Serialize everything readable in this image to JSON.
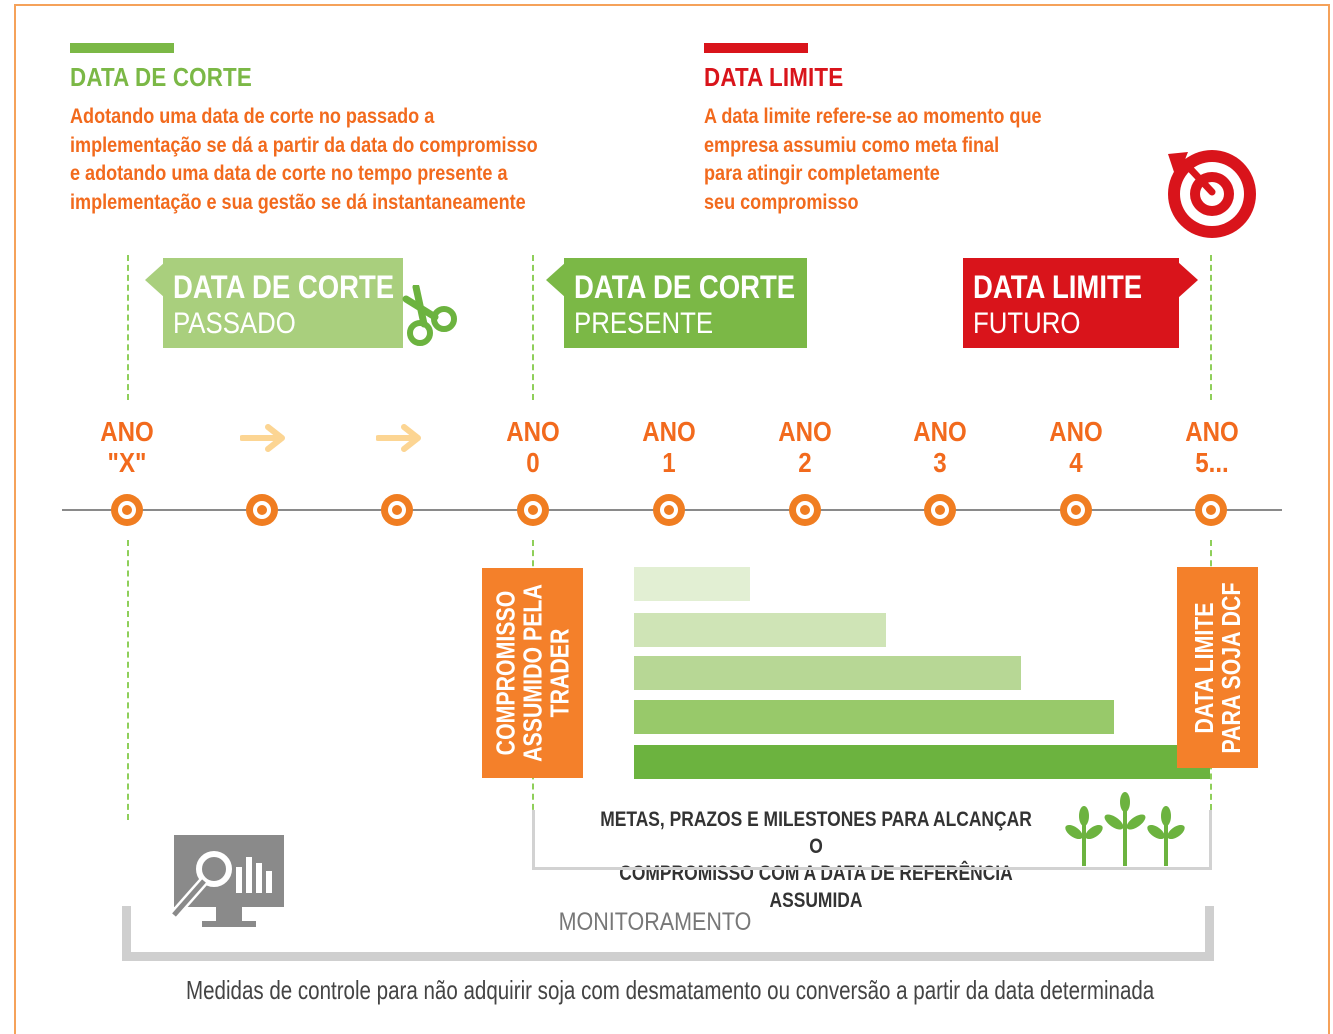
{
  "colors": {
    "orange": "#f26a1d",
    "green": "#7bb846",
    "light_green": "#a9cf7d",
    "red": "#d9141b",
    "gray": "#cccccc"
  },
  "left_header": {
    "title": "DATA DE CORTE",
    "description": "Adotando uma data de corte no passado a\nimplementação se dá a partir da data do compromisso\ne adotando uma data de corte no tempo presente a\nimplementação e sua gestão se dá instantaneamente"
  },
  "right_header": {
    "title": "DATA LIMITE",
    "description": "A data limite refere-se ao momento que\nempresa assumiu como meta final\npara atingir completamente\nseu compromisso",
    "icon": "target-icon"
  },
  "boxes": {
    "past": {
      "title": "DATA DE CORTE",
      "subtitle": "PASSADO",
      "icon": "scissors-icon"
    },
    "present": {
      "title": "DATA DE CORTE",
      "subtitle": "PRESENTE"
    },
    "future": {
      "title": "DATA LIMITE",
      "subtitle": "FUTURO"
    }
  },
  "timeline": {
    "years": [
      {
        "line1": "ANO",
        "line2": "\"X\""
      },
      {
        "line1": "ANO",
        "line2": "0"
      },
      {
        "line1": "ANO",
        "line2": "1"
      },
      {
        "line1": "ANO",
        "line2": "2"
      },
      {
        "line1": "ANO",
        "line2": "3"
      },
      {
        "line1": "ANO",
        "line2": "4"
      },
      {
        "line1": "ANO",
        "line2": "5..."
      }
    ],
    "arrow_icon": "arrow-right-icon"
  },
  "compromisso_label": "COMPROMISSO\nASSUMIDO PELA\nTRADER",
  "data_limite_label": "DATA LIMITE\nPARA SOJA DCF",
  "progress_bars": [
    {
      "level": 0.2
    },
    {
      "level": 0.4
    },
    {
      "level": 0.6
    },
    {
      "level": 0.8
    },
    {
      "level": 1.0
    }
  ],
  "metas_text": "METAS, PRAZOS E MILESTONES PARA ALCANÇAR O\nCOMPROMISSO COM A DATA DE REFERÊNCIA ASSUMIDA",
  "plants_icon": "sprout-icon",
  "monitor_icon": "monitor-analytics-icon",
  "monitoring_label": "MONITORAMENTO",
  "footnote": "Medidas de controle para não adquirir soja com desmatamento ou conversão a partir da data determinada"
}
